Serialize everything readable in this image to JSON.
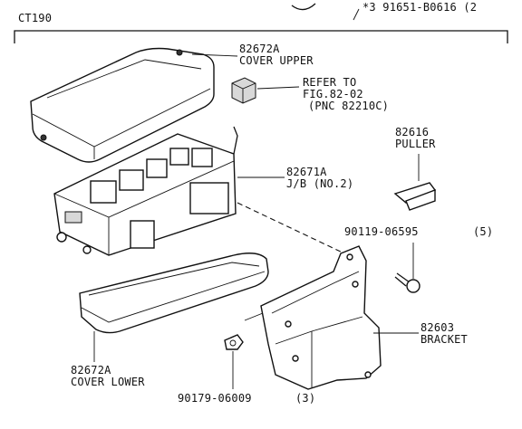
{
  "header": {
    "model": "CT190",
    "note": "*3 91651-B0616 (2"
  },
  "parts": [
    {
      "number": "82672A",
      "name": "COVER UPPER"
    },
    {
      "ref_line1": "REFER TO",
      "ref_line2": "FIG.82-02",
      "ref_line3": "(PNC 82210C)"
    },
    {
      "number": "82616",
      "name": "PULLER"
    },
    {
      "number": "82671A",
      "name": "J/B (NO.2)"
    },
    {
      "number": "90119-06595",
      "qty": "(5)"
    },
    {
      "number": "82603",
      "name": "BRACKET"
    },
    {
      "number": "82672A",
      "name": "COVER LOWER"
    },
    {
      "number": "90179-06009",
      "qty": "(3)"
    }
  ]
}
